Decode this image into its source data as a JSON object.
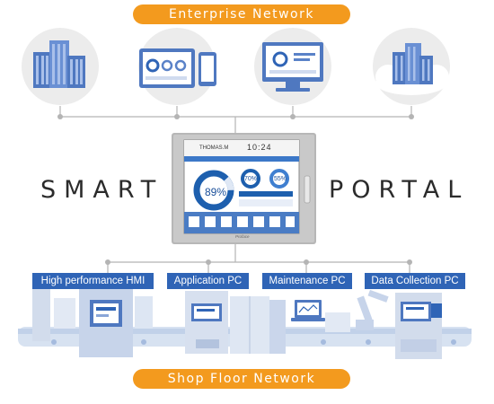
{
  "header": {
    "enterprise_label": "Enterprise Network"
  },
  "footer": {
    "shop_floor_label": "Shop Floor Network"
  },
  "center": {
    "left_word": "SMART",
    "right_word": "PORTAL"
  },
  "hmi_screen": {
    "user": "THOMAS.M",
    "time": "10:24",
    "main_gauge": "89%",
    "gauge_a": "70%",
    "gauge_b": "55%",
    "brand": "Proface"
  },
  "enterprise_devices": [
    "server-cluster-icon",
    "tablet-phone-icon",
    "desktop-monitor-icon",
    "cloud-server-icon"
  ],
  "shop_floor_tags": [
    {
      "label": "High performance HMI"
    },
    {
      "label": "Application PC"
    },
    {
      "label": "Maintenance  PC"
    },
    {
      "label": "Data Collection PC"
    }
  ],
  "colors": {
    "accent_orange": "#f39a1e",
    "tag_blue": "#2f64b6",
    "icon_blue": "#5a82c8",
    "bubble_gray": "#ececec",
    "line_gray": "#b4b4b4"
  }
}
